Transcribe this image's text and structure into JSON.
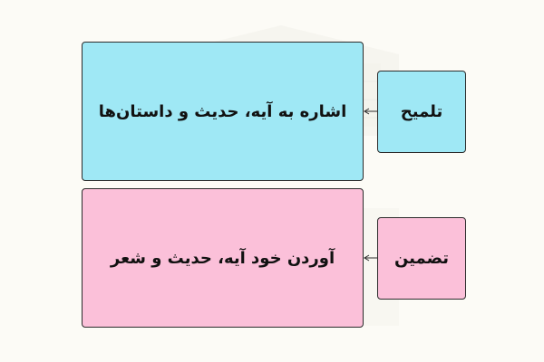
{
  "diagram": {
    "rows": [
      {
        "term": "تلمیح",
        "definition": "اشاره به آیه، حدیث و داستان‌ها",
        "color": "#9fe8f5"
      },
      {
        "term": "تضمین",
        "definition": "آوردن خود آیه، حدیث و شعر",
        "color": "#fbc0d9"
      }
    ],
    "border_color": "#2b2b2b",
    "background": "#fcfbf6"
  }
}
